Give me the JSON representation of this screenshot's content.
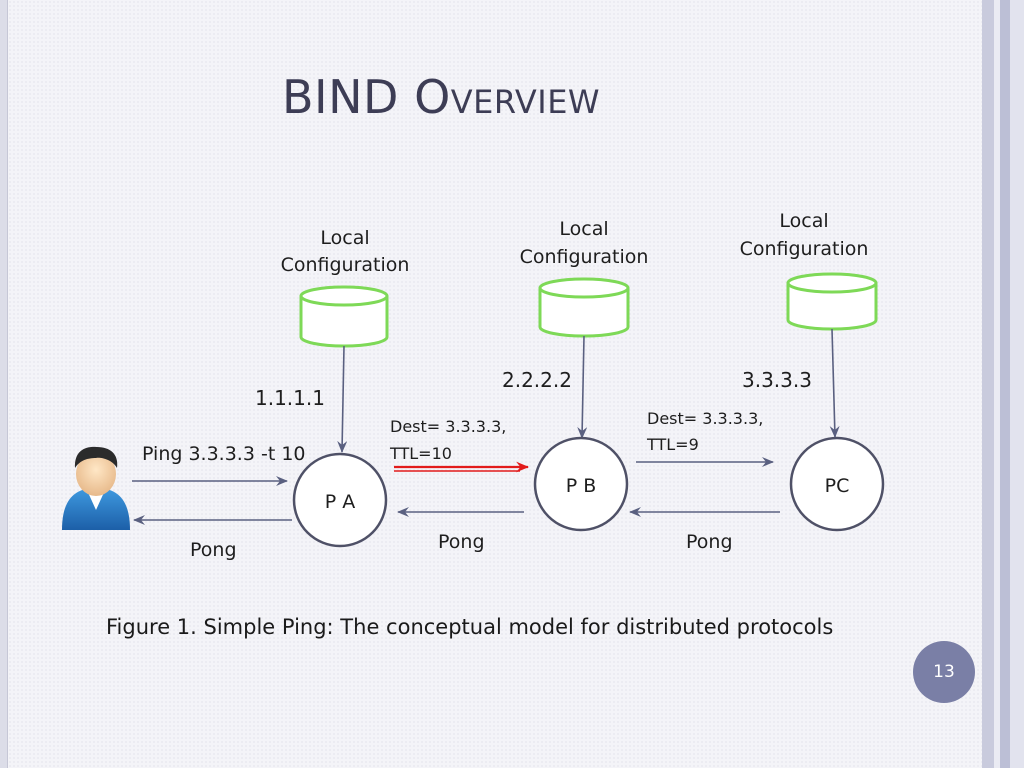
{
  "slide": {
    "title": "BIND Overview",
    "caption": "Figure 1. Simple Ping: The conceptual model for distributed protocols",
    "page_number": "13"
  },
  "diagram": {
    "local_config_label": [
      "Local",
      "Configuration"
    ],
    "nodes": [
      {
        "id": "pa",
        "label": "P A",
        "address": "1.1.1.1"
      },
      {
        "id": "pb",
        "label": "P B",
        "address": "2.2.2.2"
      },
      {
        "id": "pc",
        "label": "PC",
        "address": "3.3.3.3"
      }
    ],
    "user_command": "Ping 3.3.3.3 -t 10",
    "msg_a_to_b": [
      "Dest= 3.3.3.3,",
      "TTL=10"
    ],
    "msg_b_to_c": [
      "Dest= 3.3.3.3,",
      "TTL=9"
    ],
    "reply_label": "Pong",
    "user_icon": "user-icon",
    "colors": {
      "datastore_stroke": "#7ed957",
      "datastore_fill": "#ffffff",
      "node_stroke": "#4f5167",
      "arrow": "#5a6080",
      "highlight_arrow": "#e21b1b",
      "title": "#3d3d55",
      "badge": "#7a7fa6"
    }
  }
}
